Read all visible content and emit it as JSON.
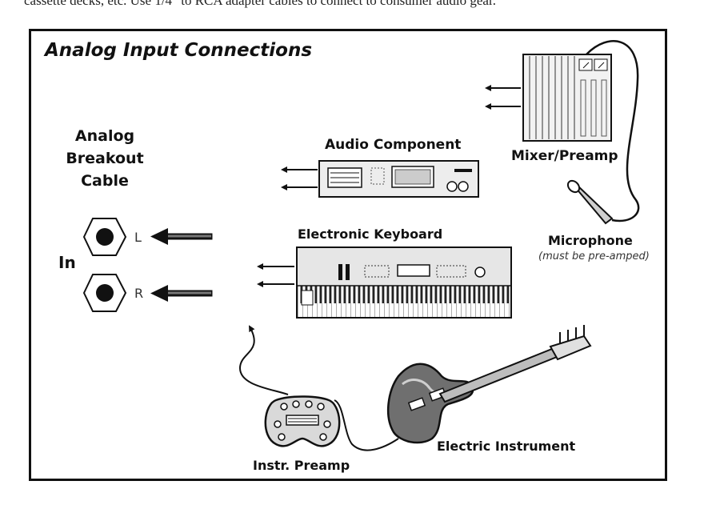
{
  "intro_text": "cassette decks, etc. Use 1/4\" to RCA adapter cables to connect to consumer audio gear.",
  "diagram": {
    "title": "Analog Input Connections",
    "breakout_label": [
      "Analog",
      "Breakout",
      "Cable"
    ],
    "input_label": "In",
    "channel_left": "L",
    "channel_right": "R",
    "components": {
      "audio_component": "Audio Component",
      "mixer": "Mixer/Preamp",
      "microphone": "Microphone",
      "microphone_note": "(must be pre-amped)",
      "keyboard": "Electronic Keyboard",
      "instrument": "Electric Instrument",
      "preamp": "Instr. Preamp"
    }
  },
  "colors": {
    "ink": "#111111",
    "panel": "#e6e6e6",
    "face": "#f2f2f2"
  }
}
